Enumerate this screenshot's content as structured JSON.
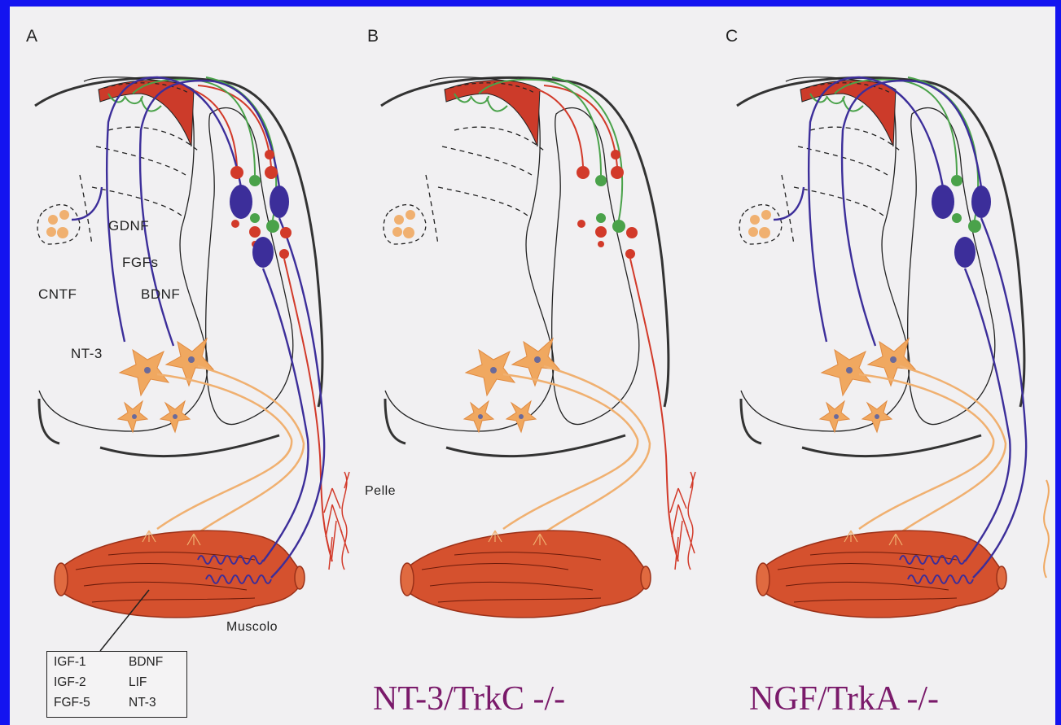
{
  "panels": [
    {
      "letter": "A"
    },
    {
      "letter": "B"
    },
    {
      "letter": "C"
    }
  ],
  "factors_a": {
    "gdnf": "GDNF",
    "fgfs": "FGFs",
    "cntf": "CNTF",
    "bdnf": "BDNF",
    "nt3": "NT-3"
  },
  "tissue_labels": {
    "skin": "Pelle",
    "muscle": "Muscolo"
  },
  "muscle_factors": {
    "col1": [
      "IGF-1",
      "IGF-2",
      "FGF-5"
    ],
    "col2": [
      "BDNF",
      "LIF",
      "NT-3"
    ]
  },
  "captions": {
    "b": "NT-3/TrkC -/-",
    "c": "NGF/TrkA -/-"
  },
  "colors": {
    "slide_border": "#1414f0",
    "figure_background": "#f1f0f2",
    "sensory_large": "#3c2e9a",
    "sensory_red": "#d23a2a",
    "sensory_green": "#4aa24a",
    "motoneuron": "#f0a860",
    "muscle": "#d5512e",
    "caption": "#7a1a6a"
  }
}
